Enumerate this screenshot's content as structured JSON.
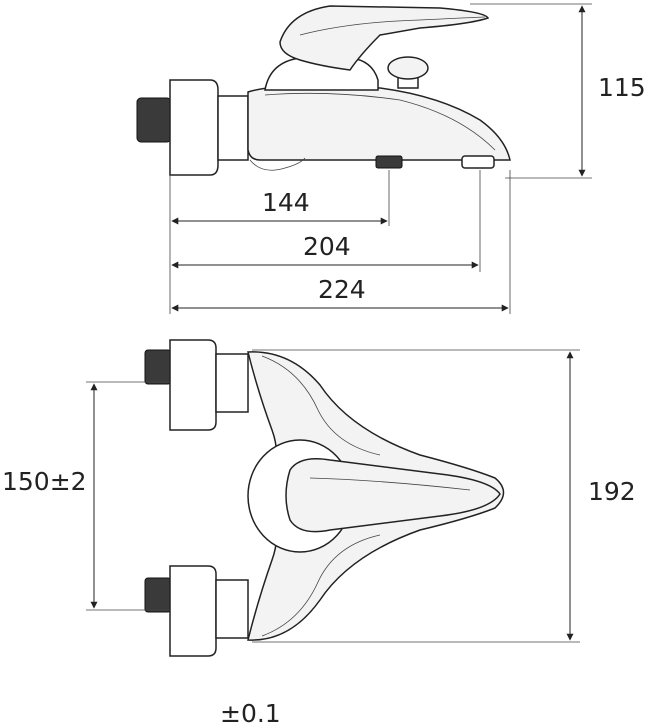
{
  "side_view": {
    "dims": {
      "height": "115",
      "to_diverter": "144",
      "to_aerator": "204",
      "overall_length": "224"
    }
  },
  "top_view": {
    "dims": {
      "centers": "150±2",
      "width": "192"
    }
  },
  "tolerance_note": "±0.1"
}
